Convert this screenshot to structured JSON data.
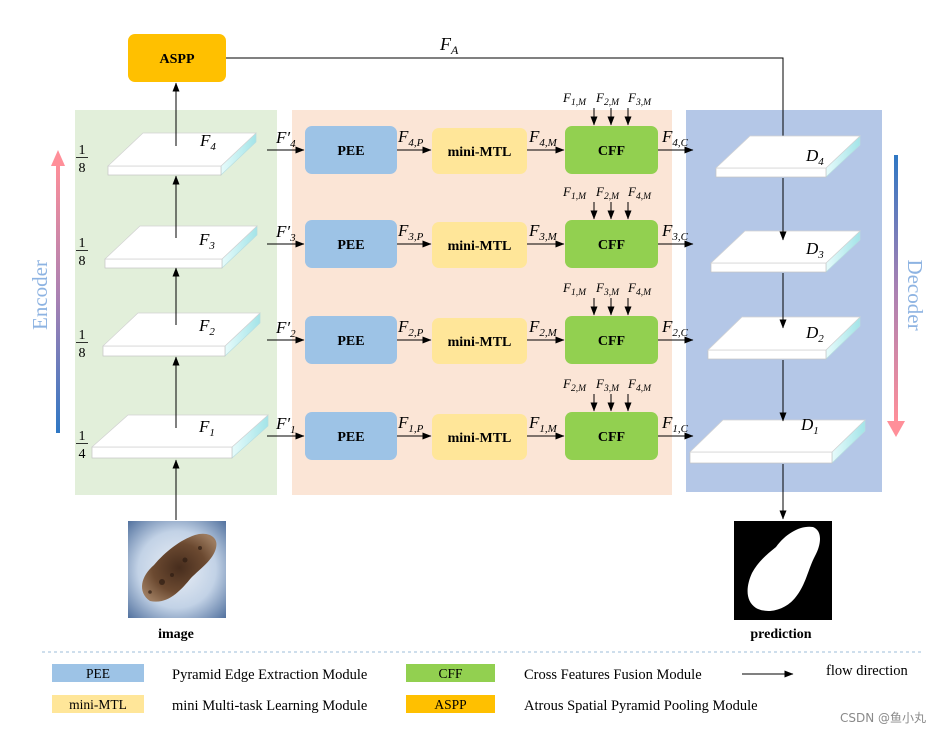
{
  "colors": {
    "pee": "#9dc3e6",
    "mini_mtl": "#ffe699",
    "cff": "#92d050",
    "aspp": "#ffc000",
    "encoder_region": "#e2efda",
    "fusion_region": "#fbe5d6",
    "decoder_region": "#b4c7e7",
    "side_title": "#8db3e2"
  },
  "encoder": {
    "title": "Encoder",
    "layers": [
      {
        "base": "F",
        "sub": "4",
        "scale": {
          "num": "1",
          "den": "8"
        }
      },
      {
        "base": "F",
        "sub": "3",
        "scale": {
          "num": "1",
          "den": "8"
        }
      },
      {
        "base": "F",
        "sub": "2",
        "scale": {
          "num": "1",
          "den": "8"
        }
      },
      {
        "base": "F",
        "sub": "1",
        "scale": {
          "num": "1",
          "den": "4"
        }
      }
    ]
  },
  "aspp": {
    "label": "ASPP",
    "output": {
      "base": "F",
      "sub": "A"
    }
  },
  "rows": [
    {
      "input": {
        "base": "F′",
        "sub": "4"
      },
      "pee": "PEE",
      "pee_out": {
        "base": "F",
        "sub": "4,P"
      },
      "mtl": "mini-MTL",
      "mtl_out": {
        "base": "F",
        "sub": "4,M"
      },
      "cff": "CFF",
      "cff_inputs": [
        {
          "base": "F",
          "sub": "1,M"
        },
        {
          "base": "F",
          "sub": "2,M"
        },
        {
          "base": "F",
          "sub": "3,M"
        }
      ],
      "cff_out": {
        "base": "F",
        "sub": "4,C"
      }
    },
    {
      "input": {
        "base": "F′",
        "sub": "3"
      },
      "pee": "PEE",
      "pee_out": {
        "base": "F",
        "sub": "3,P"
      },
      "mtl": "mini-MTL",
      "mtl_out": {
        "base": "F",
        "sub": "3,M"
      },
      "cff": "CFF",
      "cff_inputs": [
        {
          "base": "F",
          "sub": "1,M"
        },
        {
          "base": "F",
          "sub": "2,M"
        },
        {
          "base": "F",
          "sub": "4,M"
        }
      ],
      "cff_out": {
        "base": "F",
        "sub": "3,C"
      }
    },
    {
      "input": {
        "base": "F′",
        "sub": "2"
      },
      "pee": "PEE",
      "pee_out": {
        "base": "F",
        "sub": "2,P"
      },
      "mtl": "mini-MTL",
      "mtl_out": {
        "base": "F",
        "sub": "2,M"
      },
      "cff": "CFF",
      "cff_inputs": [
        {
          "base": "F",
          "sub": "1,M"
        },
        {
          "base": "F",
          "sub": "3,M"
        },
        {
          "base": "F",
          "sub": "4,M"
        }
      ],
      "cff_out": {
        "base": "F",
        "sub": "2,C"
      }
    },
    {
      "input": {
        "base": "F′",
        "sub": "1"
      },
      "pee": "PEE",
      "pee_out": {
        "base": "F",
        "sub": "1,P"
      },
      "mtl": "mini-MTL",
      "mtl_out": {
        "base": "F",
        "sub": "1,M"
      },
      "cff": "CFF",
      "cff_inputs": [
        {
          "base": "F",
          "sub": "2,M"
        },
        {
          "base": "F",
          "sub": "3,M"
        },
        {
          "base": "F",
          "sub": "4,M"
        }
      ],
      "cff_out": {
        "base": "F",
        "sub": "1,C"
      }
    }
  ],
  "decoder": {
    "title": "Decoder",
    "layers": [
      {
        "base": "D",
        "sub": "4"
      },
      {
        "base": "D",
        "sub": "3"
      },
      {
        "base": "D",
        "sub": "2"
      },
      {
        "base": "D",
        "sub": "1"
      }
    ]
  },
  "input_image": {
    "caption": "image"
  },
  "prediction": {
    "caption": "prediction"
  },
  "legend": {
    "items": [
      {
        "swatch": "PEE",
        "color": "#9dc3e6",
        "text": "Pyramid Edge Extraction Module"
      },
      {
        "swatch": "CFF",
        "color": "#92d050",
        "text": "Cross Features Fusion Module"
      },
      {
        "swatch": "mini-MTL",
        "color": "#ffe699",
        "text": "mini Multi-task Learning Module"
      },
      {
        "swatch": "ASPP",
        "color": "#ffc000",
        "text": "Atrous Spatial Pyramid Pooling Module"
      }
    ],
    "flow": "flow direction"
  },
  "watermark": "CSDN @鱼小丸"
}
